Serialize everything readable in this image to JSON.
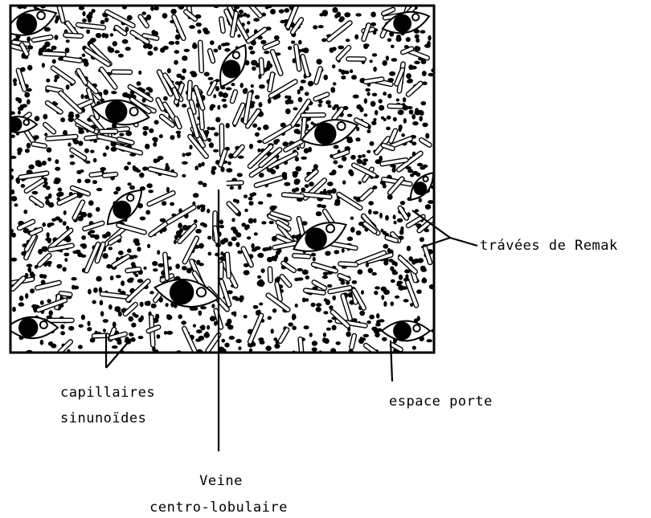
{
  "labels": {
    "travees": "trávées de Remak",
    "capillaires_line1": "capillaires",
    "capillaires_line2": "sinunoïdes",
    "espace_porte": "espace porte",
    "veine_line1": "Veine",
    "veine_line2": "centro-lobulaire"
  },
  "colors": {
    "ink": "#000000",
    "paper": "#ffffff"
  }
}
